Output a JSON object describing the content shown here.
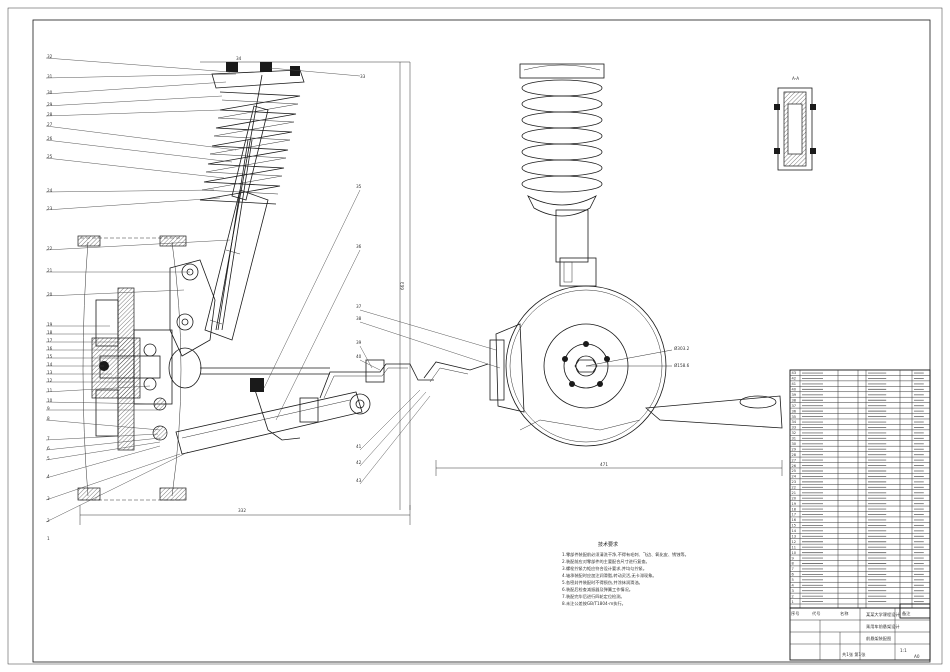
{
  "sheet": {
    "callouts_left": [
      "32",
      "31",
      "30",
      "29",
      "28",
      "27",
      "26",
      "25",
      "24",
      "23",
      "22",
      "21",
      "20",
      "19",
      "18",
      "17",
      "16",
      "15",
      "14",
      "13",
      "12",
      "11",
      "10",
      "9",
      "8",
      "7",
      "6",
      "5",
      "4",
      "3",
      "2",
      "1"
    ],
    "callouts_top": [
      "33",
      "34"
    ],
    "callouts_mid": [
      "35",
      "36",
      "37",
      "38",
      "39",
      "40",
      "41",
      "42",
      "43"
    ],
    "dimensions": {
      "height_main": "663",
      "width_main": "332",
      "width_right": "471",
      "dia_a": "Ø303.2",
      "dia_b": "Ø158.6"
    },
    "section_label": "A-A"
  },
  "tech_notes": {
    "title": "技术要求",
    "lines": [
      "1.零部件装配前必须清洗干净,不得有毛刺、飞边、氧化皮、锈蚀等。",
      "2.装配前应对零部件的主要配合尺寸进行复查。",
      "3.螺栓拧紧力矩应符合设计要求,并均匀拧紧。",
      "4.轴承装配时应加注润滑脂,转动灵活,无卡滞现象。",
      "5.各密封件装配时不得损伤,并涂抹润滑油。",
      "6.装配后检查减振器及弹簧工作情况。",
      "7.装配完毕后进行四轮定位检测。",
      "8.未注公差按GB/T1804-m执行。"
    ]
  },
  "bom": {
    "rows": [
      "43",
      "42",
      "41",
      "40",
      "39",
      "38",
      "37",
      "36",
      "35",
      "34",
      "33",
      "32",
      "31",
      "30",
      "29",
      "28",
      "27",
      "26",
      "25",
      "24",
      "23",
      "22",
      "21",
      "20",
      "19",
      "18",
      "17",
      "16",
      "15",
      "14",
      "13",
      "12",
      "11",
      "10",
      "9",
      "8",
      "7",
      "6",
      "5",
      "4",
      "3",
      "2",
      "1"
    ],
    "header": [
      "序号",
      "代号",
      "名称",
      "数量",
      "材料",
      "备注"
    ]
  },
  "title_block": {
    "school": "某某大学课程设计",
    "title": "乘用车前悬架设计",
    "drawing": "前悬架装配图",
    "scale": "1:1",
    "sheet": "共1张 第1张",
    "size": "A0"
  }
}
